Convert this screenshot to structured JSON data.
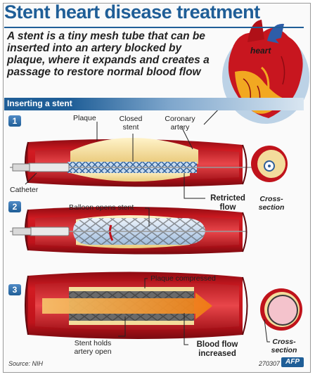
{
  "title": "Stent heart disease treatment",
  "intro": "A stent is a tiny mesh tube that can be inserted into an artery blocked by plaque, where it expands and creates a passage to restore normal blood flow",
  "heart_label": "heart",
  "section_label": "Inserting a stent",
  "steps": [
    {
      "number": "1",
      "labels": {
        "plaque": "Plaque",
        "closed_stent_line1": "Closed",
        "closed_stent_line2": "stent",
        "coronary_line1": "Coronary",
        "coronary_line2": "artery",
        "catheter": "Catheter",
        "restricted_line1": "Retricted",
        "restricted_line2": "flow",
        "cross_line1": "Cross-",
        "cross_line2": "section"
      }
    },
    {
      "number": "2",
      "labels": {
        "balloon": "Balloon opens stent"
      }
    },
    {
      "number": "3",
      "labels": {
        "plaque_compressed": "Plaque compressed",
        "stent_holds_line1": "Stent holds",
        "stent_holds_line2": "artery open",
        "blood_flow_line1": "Blood flow",
        "blood_flow_line2": "increased",
        "cross_line1": "Cross-",
        "cross_line2": "section"
      }
    }
  ],
  "source": "Source: NIH",
  "code": "270307",
  "logo": "AFP",
  "colors": {
    "title_blue": "#1f5e97",
    "artery_red": "#c0131b",
    "plaque_yellow": "#f3dc9c",
    "stent_blue": "#3f6fa8",
    "flow_orange": "#f39a1f"
  }
}
